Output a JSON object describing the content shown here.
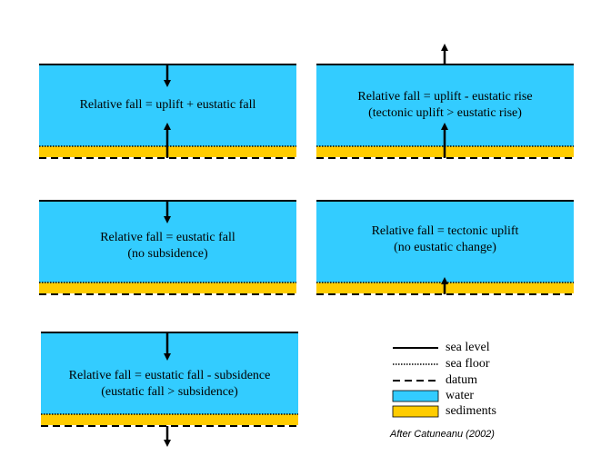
{
  "colors": {
    "water": "#33ccff",
    "sediments": "#ffcc00",
    "line": "#000000"
  },
  "panels": [
    {
      "id": "uplift-plus-eustatic-fall",
      "lines": [
        "Relative fall = uplift + eustatic fall"
      ]
    },
    {
      "id": "uplift-minus-eustatic-rise",
      "lines": [
        "Relative fall = uplift - eustatic rise",
        "(tectonic uplift > eustatic rise)"
      ]
    },
    {
      "id": "eustatic-fall-only",
      "lines": [
        "Relative fall = eustatic fall",
        "(no subsidence)"
      ]
    },
    {
      "id": "tectonic-uplift-only",
      "lines": [
        "Relative fall = tectonic uplift",
        "(no eustatic change)"
      ]
    },
    {
      "id": "eustatic-fall-minus-subsidence",
      "lines": [
        "Relative fall = eustatic fall - subsidence",
        "(eustatic fall > subsidence)"
      ]
    }
  ],
  "legend": {
    "items": [
      {
        "key": "sea-level",
        "label": "sea level",
        "icon": "solid-line"
      },
      {
        "key": "sea-floor",
        "label": "sea floor",
        "icon": "dotted-line"
      },
      {
        "key": "datum",
        "label": "datum",
        "icon": "dashed-line"
      },
      {
        "key": "water",
        "label": "water",
        "icon": "water-swatch"
      },
      {
        "key": "sediments",
        "label": "sediments",
        "icon": "sediment-swatch"
      }
    ]
  },
  "credit": "After Catuneanu (2002)"
}
